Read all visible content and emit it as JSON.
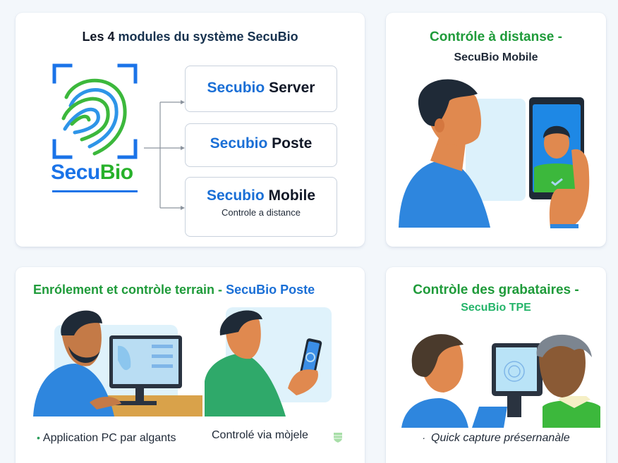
{
  "overview": {
    "title_part1": "Les 4",
    "title_part2": "modules du système SecuBio",
    "logo": {
      "icon": "fingerprint-scan-icon",
      "text_part1": "Secu",
      "text_part2": "Bio"
    },
    "modules": [
      {
        "brand": "Secubio",
        "name": "Server",
        "subtitle": ""
      },
      {
        "brand": "Secubio",
        "name": "Poste",
        "subtitle": ""
      },
      {
        "brand": "Secubio",
        "name": "Mobile",
        "subtitle": "Controle a distance"
      }
    ]
  },
  "remote_control": {
    "title": "Contróle à distanse -",
    "subtitle": "SecuBio Mobile",
    "illustration": "person-face-scan-with-phone"
  },
  "field_enrollment": {
    "title_part1": "Enrólement et contròle terrain -",
    "title_part2": "SecuBio Poste",
    "illustrations": [
      "person-at-pc-fingerprint-app",
      "person-holding-phone-fingerprint"
    ],
    "captions": [
      {
        "bullet": "•",
        "text": "Application PC par algants"
      },
      {
        "text": "Controlé via mòjele",
        "icon": "shield-icon"
      }
    ]
  },
  "bedridden_control": {
    "title": "Contròle des grabataires -",
    "subtitle": "SecuBio TPE",
    "illustration": "agent-with-fingerprint-terminal-and-elder",
    "caption": {
      "bullet": "·",
      "text": "Quick capture présernanàle"
    }
  },
  "colors": {
    "background": "#f3f7fb",
    "brand_blue": "#1a73e8",
    "brand_green": "#27b12a",
    "title_green": "#1f9b3a",
    "teal_green": "#25b46a"
  }
}
